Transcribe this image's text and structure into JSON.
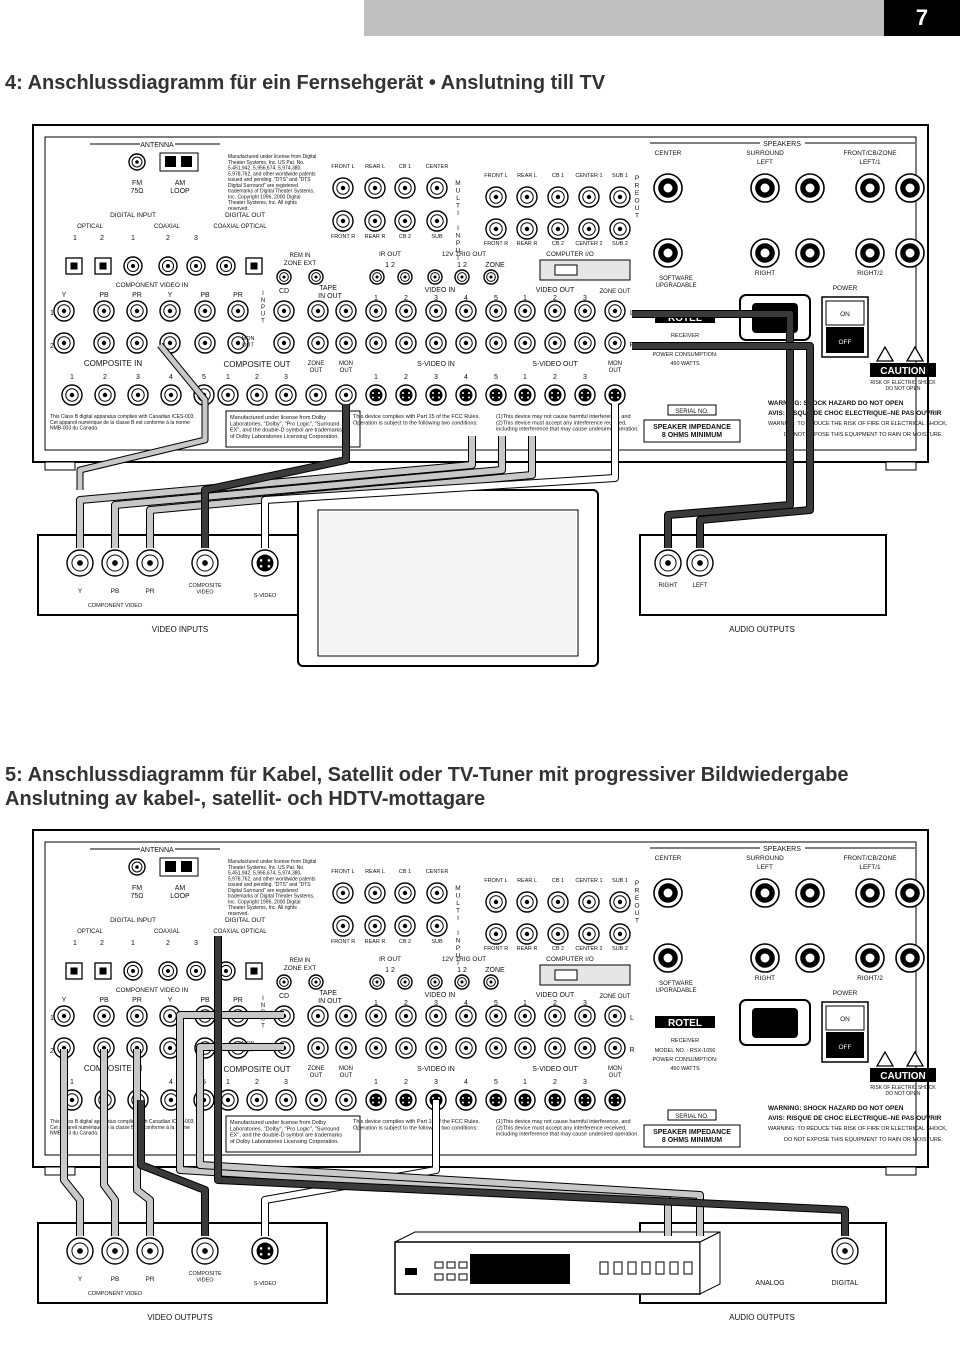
{
  "page_number": "7",
  "sections": [
    {
      "title": "4:  Anschlussdiagramm für ein Fernsehgerät • Anslutning till TV",
      "device": {
        "left_inputs": [
          "Y",
          "PB",
          "PR"
        ],
        "left_sublabels": [
          "COMPONENT VIDEO",
          "COMPOSITE\nVIDEO",
          "S-VIDEO"
        ],
        "left_caption": "VIDEO INPUTS",
        "right_inputs": [
          "RIGHT",
          "LEFT"
        ],
        "right_caption": "AUDIO OUTPUTS"
      }
    },
    {
      "title": "5:  Anschlussdiagramm für Kabel, Satellit oder TV-Tuner mit progressiver Bildwiedergabe",
      "title2": "Anslutning av kabel-, satellit- och HDTV-mottagare",
      "device": {
        "left_inputs": [
          "Y",
          "PB",
          "PR"
        ],
        "left_sublabels": [
          "COMPONENT VIDEO",
          "COMPOSITE\nVIDEO",
          "S-VIDEO"
        ],
        "left_caption": "VIDEO OUTPUTS",
        "right_inputs": [
          "RIGHT",
          "LEFT"
        ],
        "right_sublabels": [
          "ANALOG",
          "DIGITAL"
        ],
        "right_caption": "AUDIO OUTPUTS"
      }
    }
  ],
  "receiver": {
    "antenna": "ANTENNA",
    "fm": "FM\n75Ω",
    "am": "AM\nLOOP",
    "digital_input": "DIGITAL INPUT",
    "optical": "OPTICAL",
    "coaxial": "COAXIAL",
    "digital_out": "DIGITAL OUT",
    "digital_out_sub": "COAXIAL   OPTICAL",
    "license_dts": "Manufactured under license from Digital Theater Systems, Inc. US Pat. No. 5,451,942, 5,956,674, 5,974,380, 5,978,762, and other worldwide patents issued and pending. \"DTS\" and \"DTS Digital Surround\" are registered trademarks of Digital Theater Systems, Inc. Copyright 1996, 2000 Digital Theater Systems, Inc. All rights reserved.",
    "component_video_in": "COMPONENT VIDEO IN",
    "component_cols": [
      "Y",
      "PB",
      "PR",
      "Y",
      "PB",
      "PR"
    ],
    "rows": [
      "1",
      "2",
      "3"
    ],
    "composite_in": "COMPOSITE IN",
    "composite_nums": [
      "1",
      "2",
      "3",
      "4",
      "5"
    ],
    "mon_out": "MON\nOUT",
    "input_vert": "INPUT",
    "cd": "CD",
    "tape": "TAPE",
    "tape_sub": "IN   OUT",
    "composite_out": "COMPOSITE OUT",
    "zone_out": "ZONE\nOUT",
    "rem_in": "REM IN",
    "zone_ext": "ZONE   EXT",
    "ir_out": "IR OUT",
    "trig_out": "12V TRIG OUT",
    "zone": "ZONE",
    "video_in": "VIDEO IN",
    "video_out": "VIDEO OUT",
    "svideo_in": "S-VIDEO IN",
    "svideo_out": "S-VIDEO OUT",
    "multi_input": "MULTI INPUT",
    "front_l": "FRONT L",
    "rear_l": "REAR L",
    "cb1": "CB 1",
    "center": "CENTER",
    "front_r": "FRONT R",
    "rear_r": "REAR R",
    "cb2": "CB 2",
    "sub": "SUB",
    "pre_l": [
      "FRONT L",
      "REAR L",
      "CB 1",
      "CENTER 1",
      "SUB 1"
    ],
    "pre_r": [
      "FRONT R",
      "REAR R",
      "CB 2",
      "CENTER 2",
      "SUB 2"
    ],
    "pre_out": "PRE OUT",
    "computer_io": "COMPUTER I/O",
    "software": "SOFTWARE\nUPGRADABLE",
    "speakers": "SPEAKERS",
    "center_spk": "CENTER",
    "surround": "SURROUND",
    "front_cb_zone": "FRONT/CB/ZONE",
    "left": "LEFT",
    "left1": "LEFT/1",
    "right": "RIGHT",
    "right2": "RIGHT/2",
    "power": "POWER",
    "on": "ON",
    "off": "OFF",
    "brand": "ROTEL",
    "receiver_label": "RECEIVER",
    "model": "MODEL NO. : RSX-1056",
    "consumption": "POWER CONSUMPTION:",
    "watts": "450 WATTS",
    "caution": "CAUTION",
    "caution_sub": "RISK OF ELECTRIC SHOCK\nDO NOT OPEN",
    "warning1": "WARNING:  SHOCK HAZARD DO NOT OPEN",
    "warning2": "AVIS: RISQUE DE CHOC ELECTRIQUE–NE PAS OUVRIR",
    "warning3": "WARNING: TO REDUCE THE RISK OF FIRE OR ELECTRICAL SHOCK,",
    "warning4": "DO NOT EXPOSE THIS EQUIPMENT TO RAIN OR MOISTURE.",
    "serial": "SERIAL NO.",
    "impedance": "SPEAKER IMPEDANCE\n8 OHMS MINIMUM",
    "class_b": "This Class B digital apparatus complies with Canadian ICES-003.\nCet appareil numérique de la classe B est conforme à la norme\nNMB-003 du Canada.",
    "dolby": "Manufactured under license from Dolby Laboratories. \"Dolby\", \"Pro Logic\", \"Surround EX\", and the double-D symbol are trademarks of Dolby Laboratories Licensing Corporation.",
    "fcc": "This device complies with Part 15 of the FCC Rules.\nOperation is subject to the following two conditions:",
    "fcc2": "(1)This device may not cause harmful interference, and\n(2)This device must accept any interference received,\nincluding interference that may cause undesired operation."
  }
}
